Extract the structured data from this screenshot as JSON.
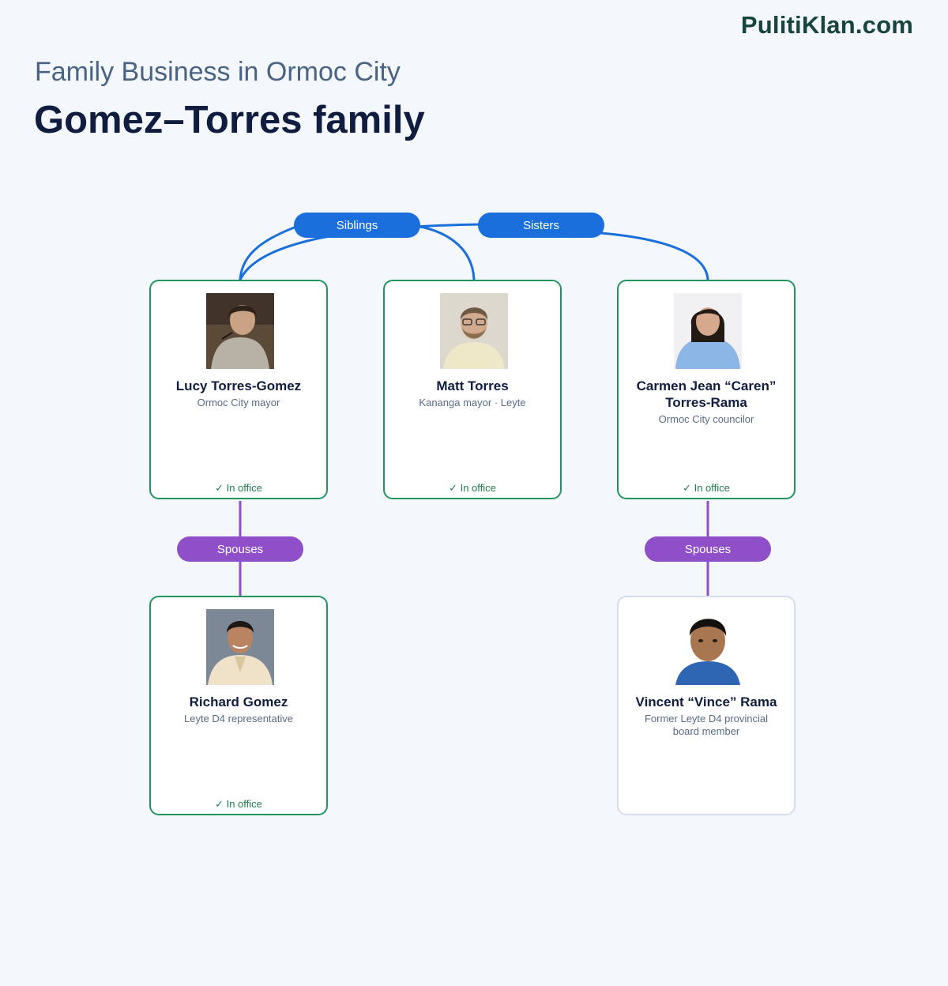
{
  "brand": "PulitiKlan.com",
  "header": {
    "kicker": "Family Business in Ormoc City",
    "title": "Gomez–Torres family"
  },
  "relations": {
    "siblings": "Siblings",
    "sisters": "Sisters",
    "spouses_left": "Spouses",
    "spouses_right": "Spouses"
  },
  "people": {
    "lucy": {
      "name": "Lucy Torres-Gomez",
      "role": "Ormoc City mayor",
      "status": "✓ In office"
    },
    "matt": {
      "name": "Matt Torres",
      "role": "Kananga mayor · Leyte",
      "status": "✓ In office"
    },
    "carmen": {
      "name_line1": "Carmen Jean “Caren”",
      "name_line2": "Torres-Rama",
      "role": "Ormoc City councilor",
      "status": "✓ In office"
    },
    "richard": {
      "name": "Richard Gomez",
      "role": "Leyte D4 representative",
      "status": "✓ In office"
    },
    "vincent": {
      "name": "Vincent “Vince” Rama",
      "role_line1": "Former Leyte D4 provincial",
      "role_line2": "board member"
    }
  },
  "colors": {
    "sibling_line": "#1a6fdc",
    "spouse_line": "#8f4fc9",
    "in_office_border": "#22955f",
    "former_border": "#d4dde9"
  }
}
